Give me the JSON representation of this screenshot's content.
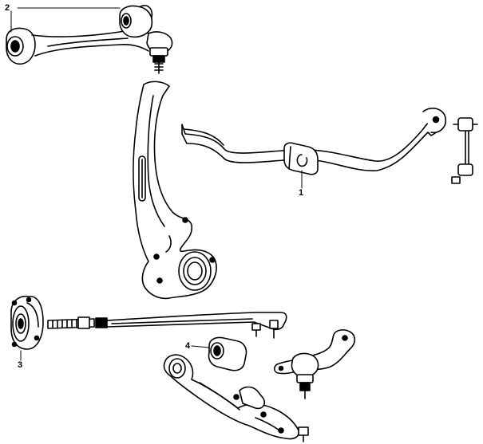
{
  "diagram": {
    "callouts": [
      {
        "id": "c2",
        "label": "2"
      },
      {
        "id": "c1",
        "label": "1"
      },
      {
        "id": "c3",
        "label": "3"
      },
      {
        "id": "c4",
        "label": "4"
      }
    ]
  }
}
